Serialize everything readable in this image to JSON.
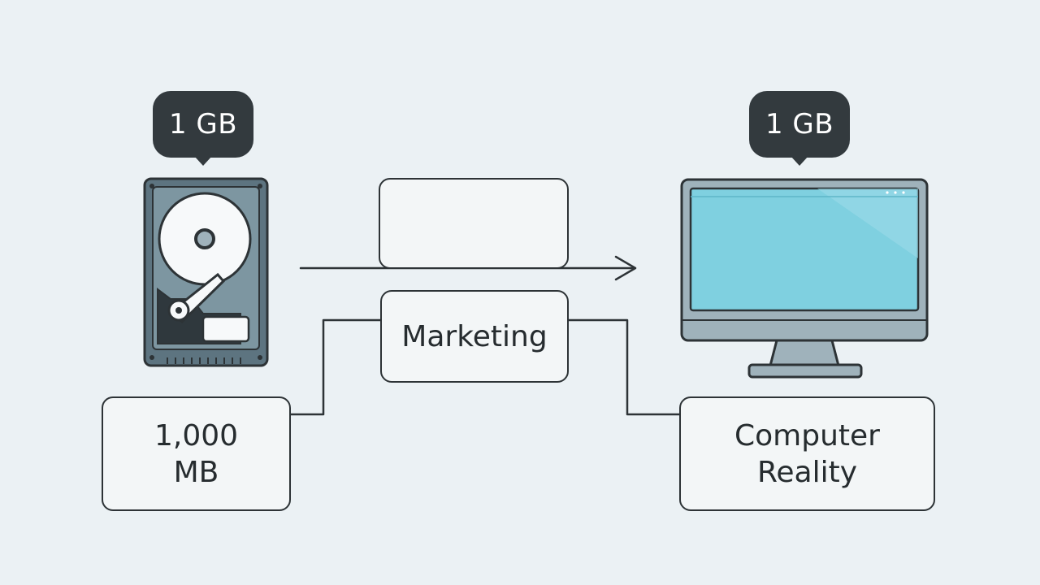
{
  "diagram": {
    "source_badge": "1 GB",
    "target_badge": "1 GB",
    "marketing_label": "Marketing",
    "source_detail": [
      "1,000",
      "MB"
    ],
    "target_detail": [
      "Computer",
      "Reality"
    ]
  },
  "icons": {
    "source_device": "hard-drive-icon",
    "target_device": "monitor-icon"
  },
  "colors": {
    "background": "#ebf1f4",
    "badge": "#333a3e",
    "screen": "#7fd0e0",
    "outline": "#2d3336"
  }
}
